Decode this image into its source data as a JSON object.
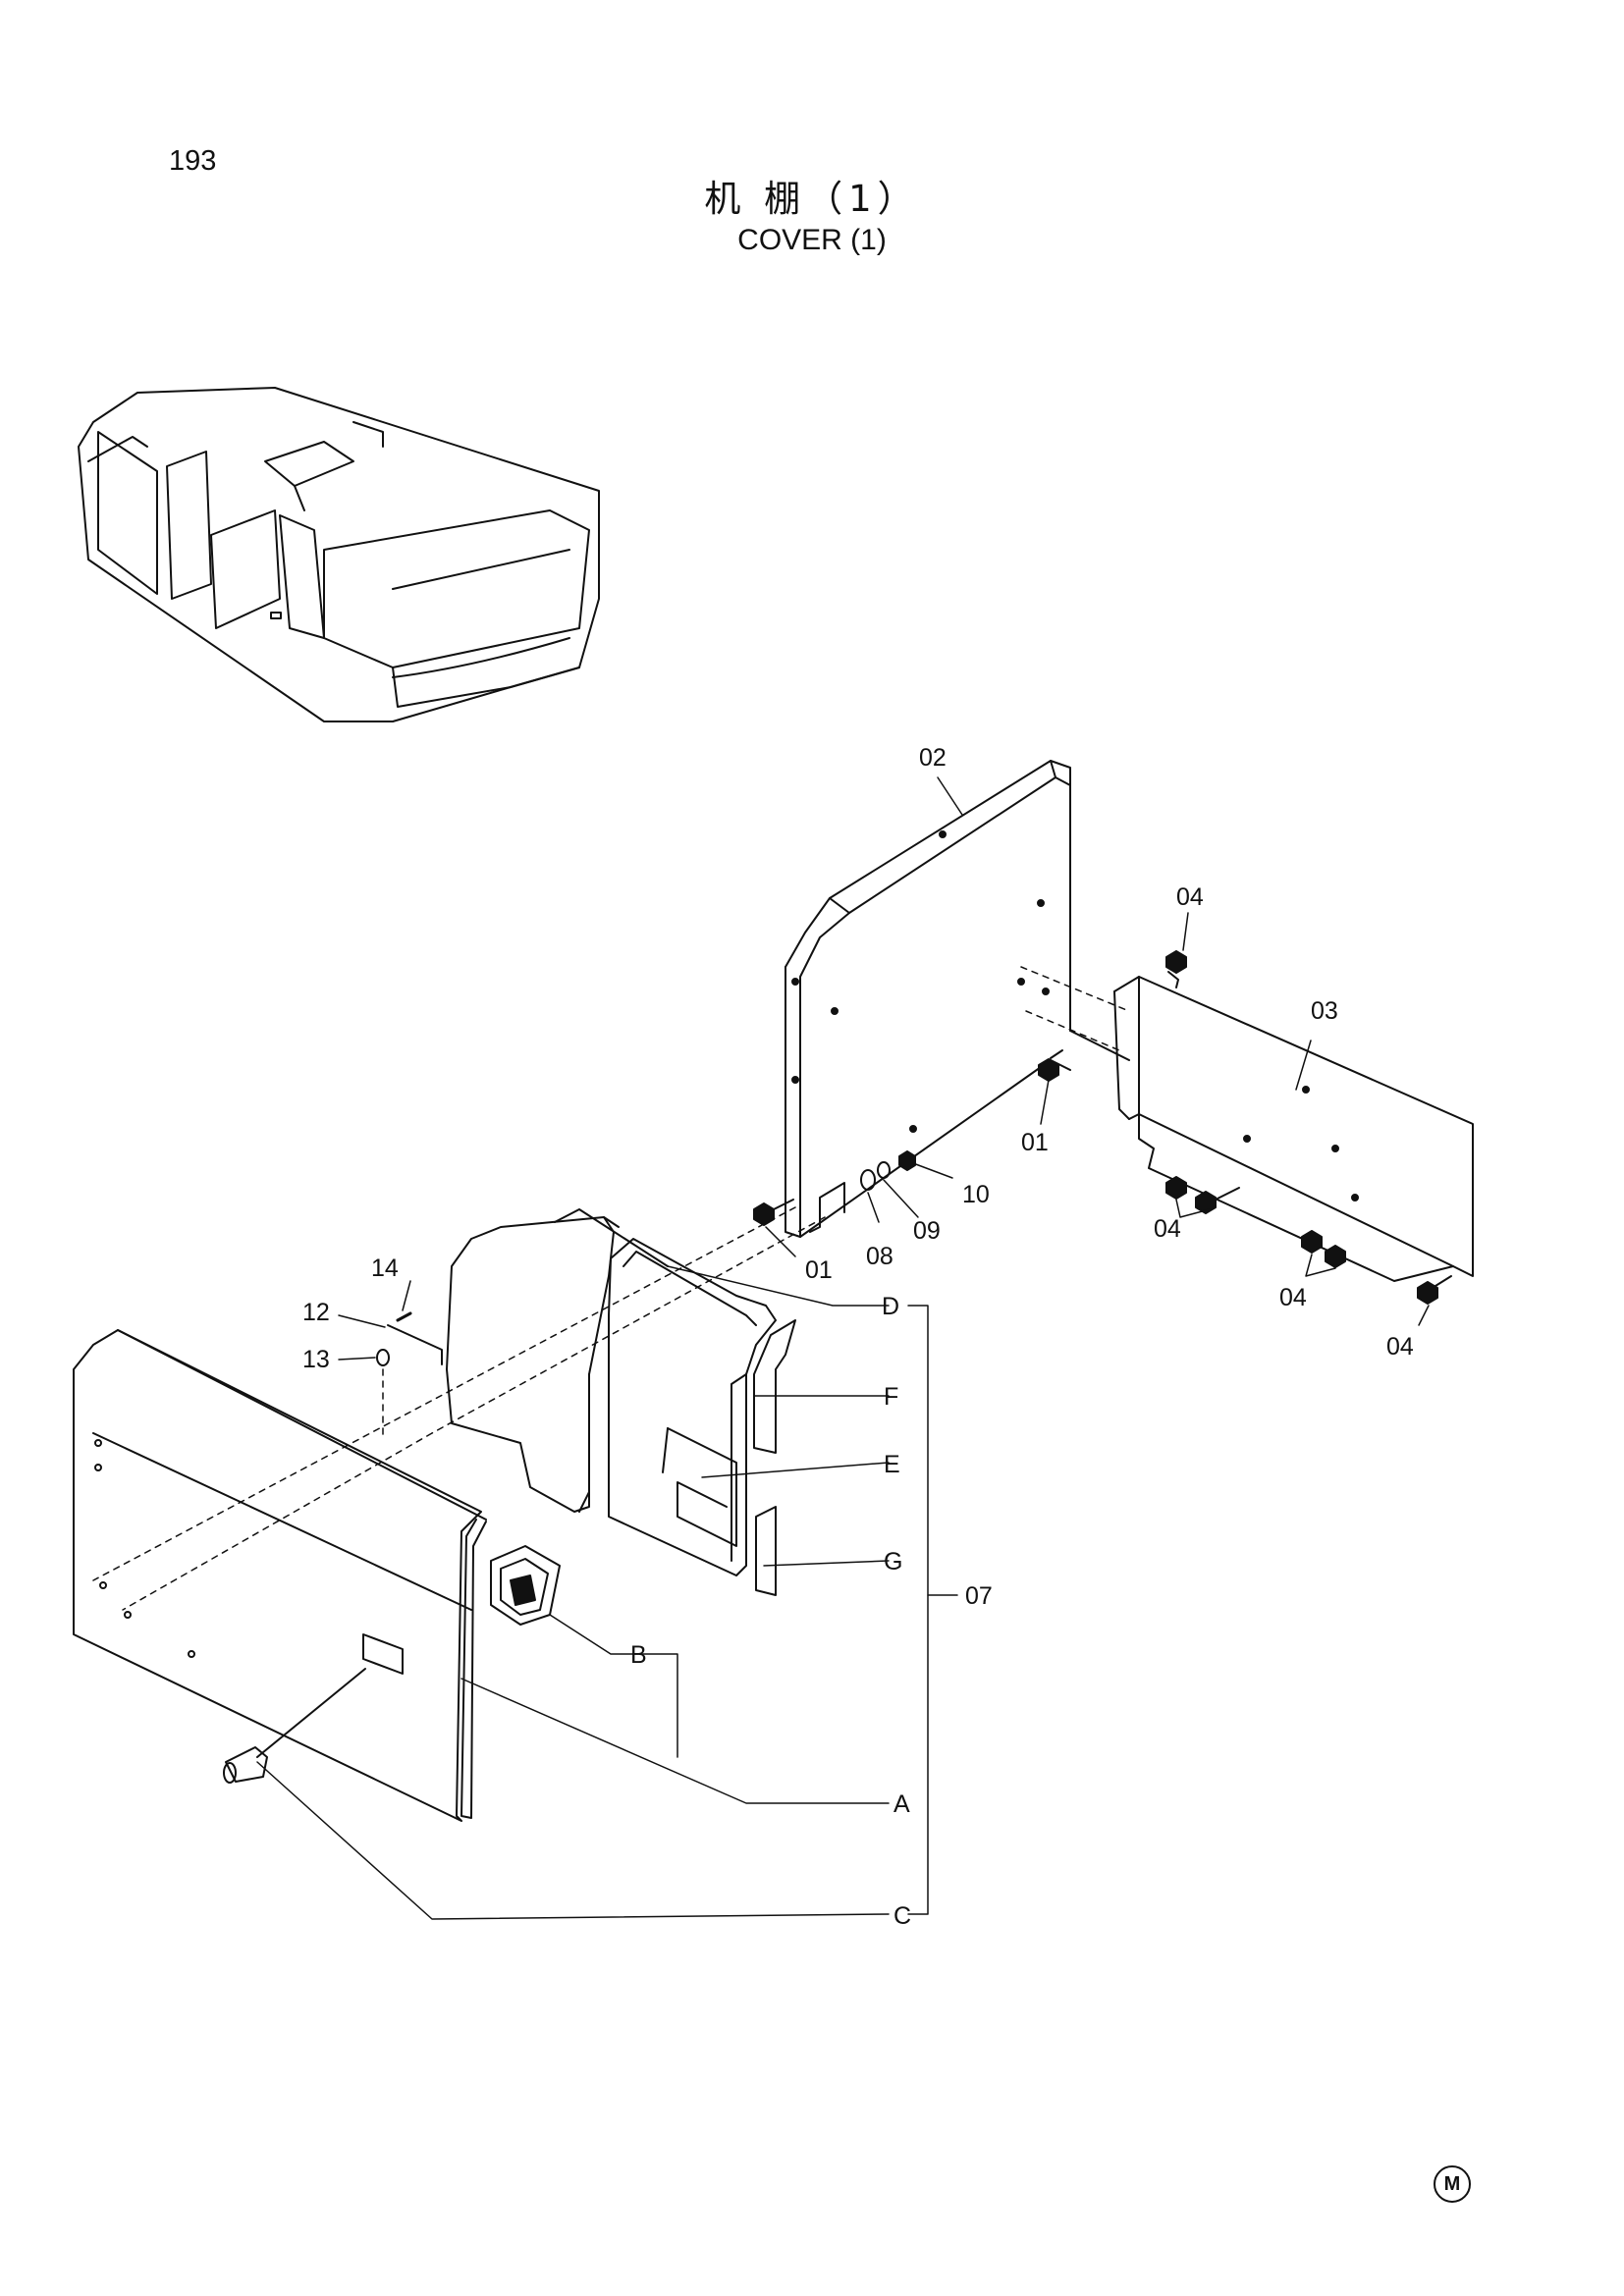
{
  "header": {
    "page_number": "193",
    "title_cn": "机 棚（1）",
    "title_en": "COVER (1)"
  },
  "diagram": {
    "callouts": {
      "c02": "02",
      "c03": "03",
      "c04_a": "04",
      "c04_b": "04",
      "c04_c": "04",
      "c04_d": "04",
      "c01_a": "01",
      "c01_b": "01",
      "c08": "08",
      "c09": "09",
      "c10": "10",
      "c14": "14",
      "c12": "12",
      "c13": "13",
      "c07": "07",
      "D": "D",
      "F": "F",
      "E": "E",
      "G": "G",
      "B": "B",
      "A": "A",
      "C": "C"
    }
  },
  "footer": {
    "mark": "M"
  }
}
